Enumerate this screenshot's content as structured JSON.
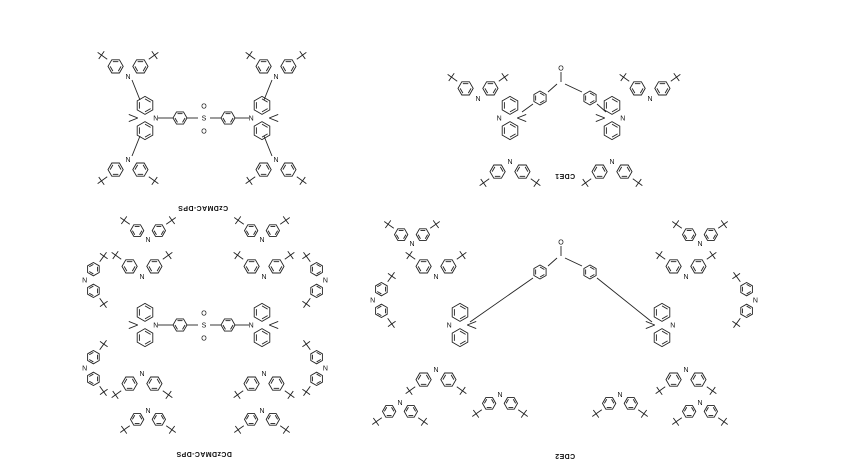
{
  "figure": {
    "molecules": [
      {
        "id": "czdmac-dps",
        "label": "CzDMAC-DPS"
      },
      {
        "id": "cde1",
        "label": "CDE1"
      },
      {
        "id": "dczdmac-dps",
        "label": "DCzDMAC-DPS"
      },
      {
        "id": "cde2",
        "label": "CDE2"
      }
    ],
    "atoms": {
      "nitrogen": "N",
      "sulfur": "S",
      "oxygen": "O"
    },
    "colors": {
      "ink": "#222222",
      "background": "#ffffff"
    }
  }
}
